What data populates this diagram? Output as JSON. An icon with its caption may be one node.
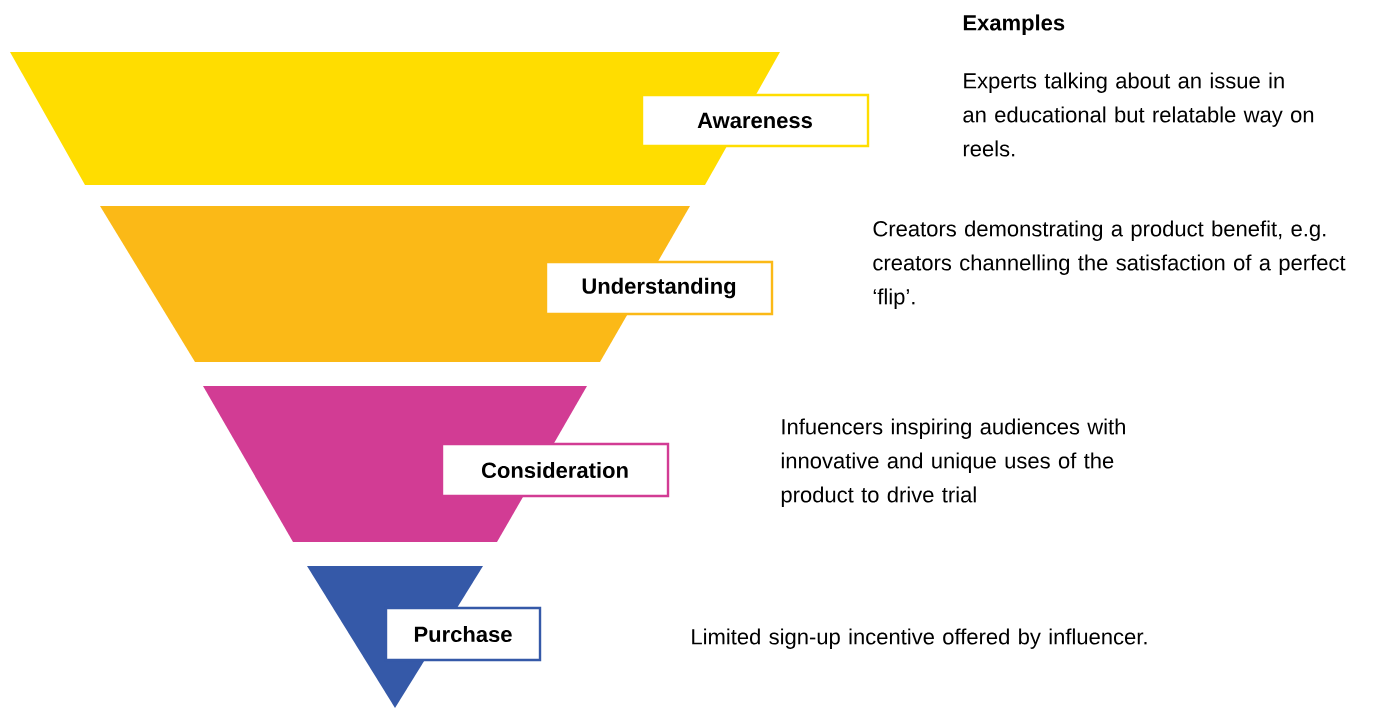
{
  "diagram": {
    "nodes": [
      {
        "text": [],
        "shape": "trapezoid"
      },
      {
        "text": [
          "Awareness"
        ]
      },
      {
        "text": [],
        "shape": "trapezoid"
      },
      {
        "text": [
          "Understanding"
        ]
      },
      {
        "text": [],
        "shape": "trapezoid"
      },
      {
        "text": [
          "Consideration"
        ]
      },
      {
        "text": [],
        "shape": "triangle"
      },
      {
        "text": [
          "Purchase"
        ]
      }
    ],
    "edges": [],
    "labels": [
      "Examples",
      "Experts talking about an issue in an educational but relatable way on reels.",
      "Creators demonstrating a product benefit, e.g. creators channelling the satisfaction of a perfect ‘flip’.",
      "Infuencers inspiring audiences with innovative and unique uses of the product to drive trial",
      "Limited sign-up incentive offered by influencer."
    ]
  }
}
